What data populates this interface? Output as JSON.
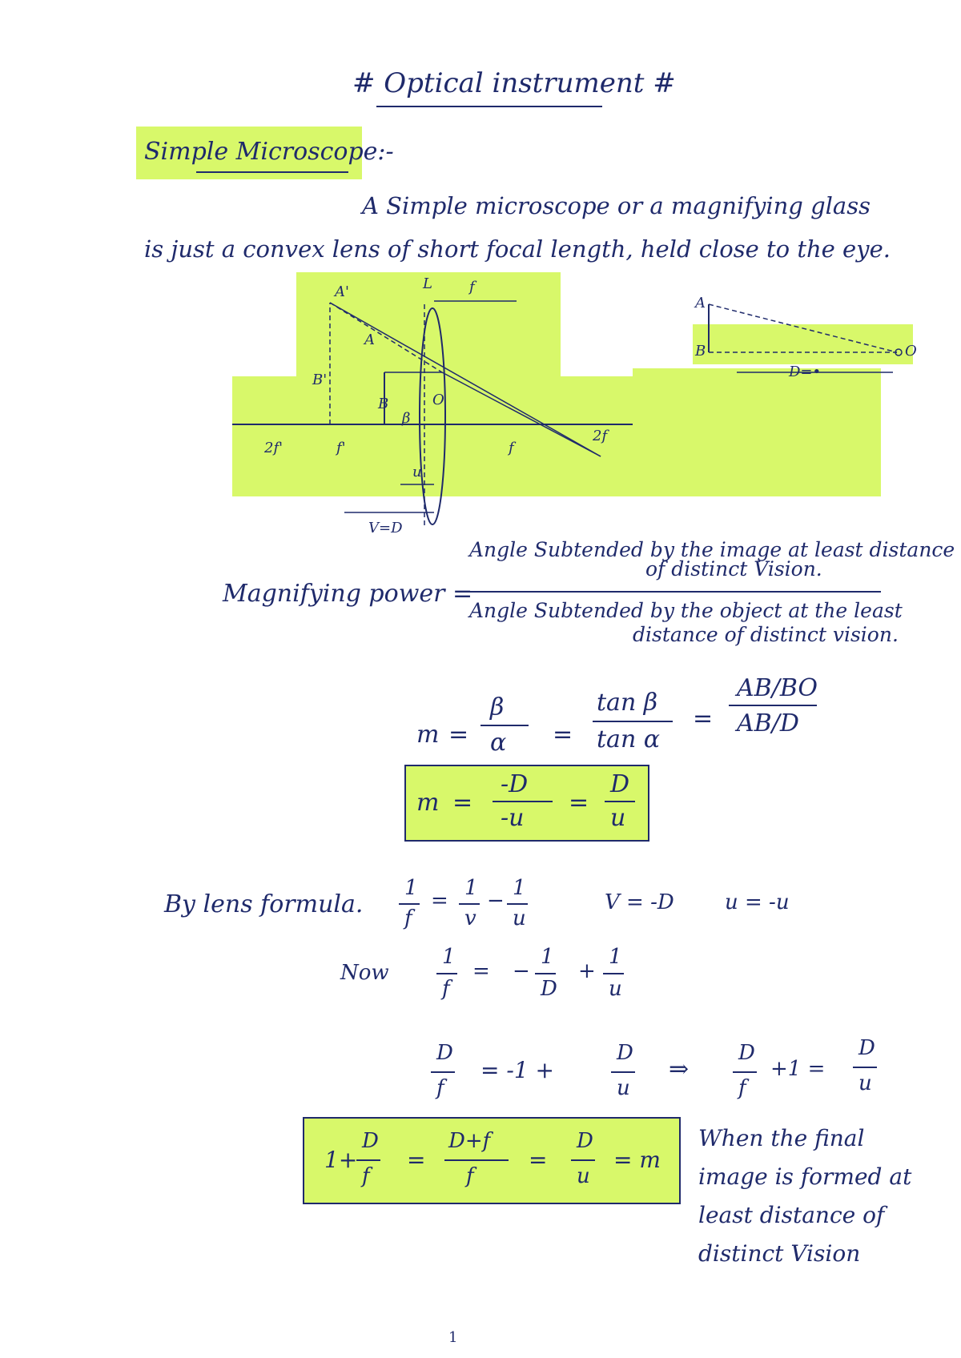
{
  "page": {
    "title": "# Optical instrument #",
    "page_number": "1"
  },
  "section": {
    "heading": "Simple Microscope:-",
    "para_line1": "A Simple microscope or a magnifying glass",
    "para_line2": "is just a convex lens of short focal length, held close to the eye."
  },
  "diagram": {
    "labels": {
      "L": "L",
      "f_top": "f",
      "A_prime": "A'",
      "A": "A",
      "B_prime": "B'",
      "B": "B",
      "beta": "β",
      "O": "O",
      "two_f_prime": "2f'",
      "f_prime": "f'",
      "f_right": "f",
      "two_f": "2f",
      "u": "u",
      "v_eq_D": "V=D",
      "right_A": "A",
      "right_B": "B",
      "right_O": "O",
      "right_D": "D=•"
    }
  },
  "magnifying_power": {
    "label": "Magnifying power =",
    "numerator_line1": "Angle Subtended by the image at least distance",
    "numerator_line2": "of distinct Vision.",
    "denominator_line1": "Angle Subtended by the object at the least",
    "denominator_line2": "distance of distinct vision."
  },
  "equations": {
    "m_ratio": {
      "lhs": "m",
      "num1": "β",
      "den1": "α",
      "num2": "tan β",
      "den2": "tan α",
      "num3": "AB/BO",
      "den3": "AB/D"
    },
    "boxed_m": {
      "lhs": "m",
      "num1": "-D",
      "den1": "-u",
      "num2": "D",
      "den2": "u"
    },
    "lens_formula": {
      "label": "By lens formula.",
      "expr_num1": "1",
      "expr_den1": "f",
      "expr_num2": "1",
      "expr_den2": "v",
      "expr_num3": "1",
      "expr_den3": "u",
      "v_val": "V = -D",
      "u_val": "u = -u"
    },
    "now": {
      "label": "Now",
      "num1": "1",
      "den1": "f",
      "num2": "1",
      "den2": "D",
      "num3": "1",
      "den3": "u"
    },
    "step": {
      "num1": "D",
      "den1": "f",
      "rhs": "= -1 +",
      "num2": "D",
      "den2": "u",
      "arrow": "⇒",
      "num3": "D",
      "den3": "f",
      "plus_one": "+1 =",
      "num4": "D",
      "den4": "u"
    },
    "final": {
      "lhs": "1+",
      "num1": "D",
      "den1": "f",
      "num2": "D+f",
      "den2": "f",
      "num3": "D",
      "den3": "u",
      "rhs": "= m"
    },
    "final_note": "When the final image is formed at least distance of distinct Vision"
  }
}
